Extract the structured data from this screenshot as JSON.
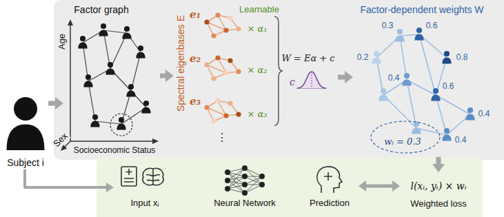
{
  "diagram": {
    "nodes": [
      {
        "text": [
          "Subject i"
        ]
      },
      {
        "text": [
          "Factor graph"
        ]
      },
      {
        "text": [
          "Spectral eigenbases E"
        ]
      },
      {
        "text": [
          "Factor-dependent weights W"
        ]
      },
      {
        "text": [
          "Input xᵢ"
        ]
      },
      {
        "text": [
          "Neural Network"
        ]
      },
      {
        "text": [
          "Prediction"
        ]
      },
      {
        "text": [
          "l(xᵢ, yᵢ) × wᵢ",
          "Weighted loss"
        ]
      }
    ],
    "edges": [
      {
        "from": 0,
        "to": 1,
        "arrow": "to"
      },
      {
        "from": 0,
        "to": 4,
        "arrow": "to"
      },
      {
        "from": 1,
        "to": 2,
        "arrow": "to"
      },
      {
        "from": 2,
        "to": 3,
        "arrow": "to"
      },
      {
        "from": 3,
        "to": 7,
        "arrow": "to"
      },
      {
        "from": 6,
        "to": 7,
        "arrow": "both"
      }
    ],
    "labels": [
      "Age",
      "Sex",
      "Socioeconomic Status",
      "e₁",
      "e₂",
      "e₃",
      "× α₁",
      "× α₂",
      "× α₃",
      "⋮",
      "Learnable",
      "W = Eα + c",
      "c",
      "0.3",
      "0.6",
      "0.2",
      "0.8",
      "0.4",
      "0.6",
      "0.4",
      "0.4",
      "wᵢ = 0.3"
    ]
  }
}
